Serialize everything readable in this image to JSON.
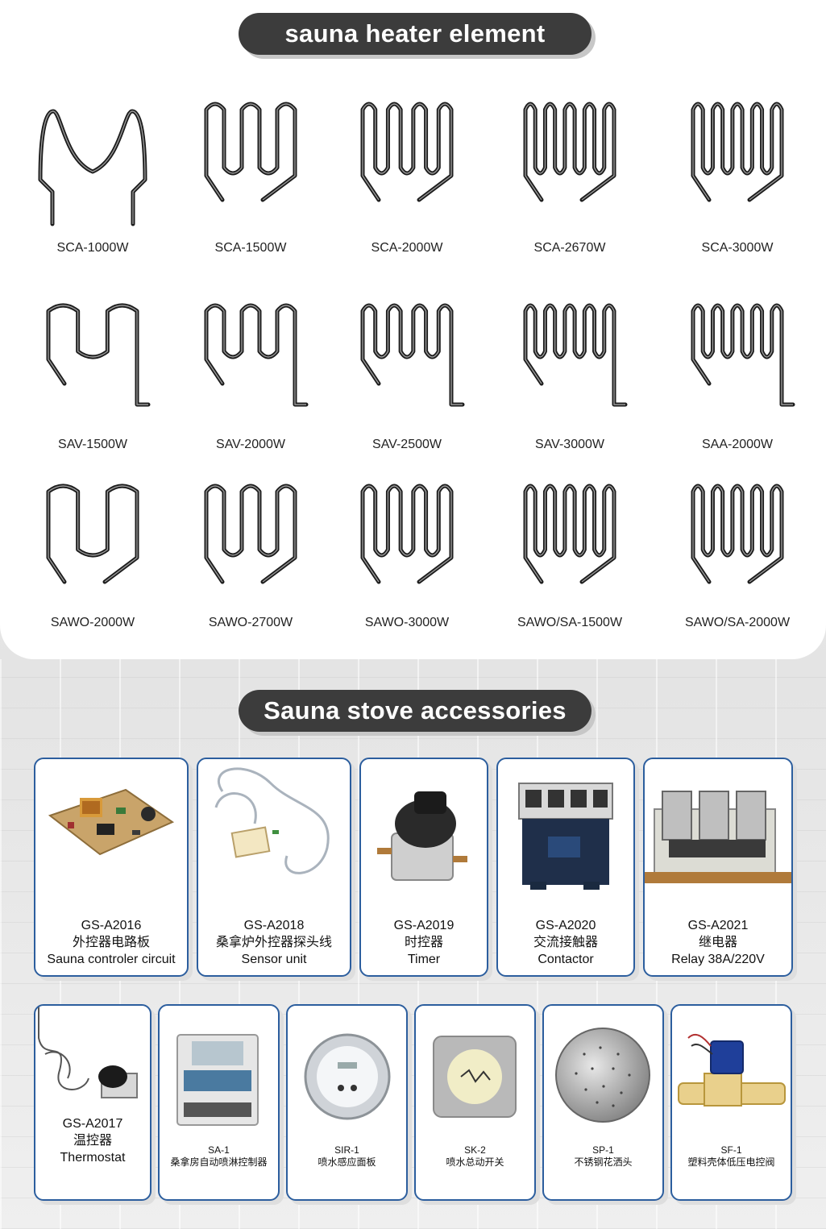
{
  "heater_section": {
    "title": "sauna heater element",
    "models": [
      "SCA-1000W",
      "SCA-1500W",
      "SCA-2000W",
      "SCA-2670W",
      "SCA-3000W",
      "SAV-1500W",
      "SAV-2000W",
      "SAV-2500W",
      "SAV-3000W",
      "SAA-2000W",
      "SAWO-2000W",
      "SAWO-2700W",
      "SAWO-3000W",
      "SAWO/SA-1500W",
      "SAWO/SA-2000W"
    ]
  },
  "accessories_section": {
    "title": "Sauna stove accessories",
    "row1": [
      {
        "code": "GS-A2016",
        "cn": "外控器电路板",
        "en": "Sauna controler circuit"
      },
      {
        "code": "GS-A2018",
        "cn": "桑拿炉外控器探头线",
        "en": "Sensor unit"
      },
      {
        "code": "GS-A2019",
        "cn": "时控器",
        "en": "Timer"
      },
      {
        "code": "GS-A2020",
        "cn": "交流接触器",
        "en": "Contactor"
      },
      {
        "code": "GS-A2021",
        "cn": "继电器",
        "en": "Relay 38A/220V"
      }
    ],
    "row2": [
      {
        "code": "GS-A2017",
        "cn": "温控器",
        "en": "Thermostat"
      },
      {
        "code": "SA-1",
        "cn": "桑拿房自动喷淋控制器"
      },
      {
        "code": "SIR-1",
        "cn": "喷水感应面板"
      },
      {
        "code": "SK-2",
        "cn": "喷水总动开关"
      },
      {
        "code": "SP-1",
        "cn": "不锈钢花洒头"
      },
      {
        "code": "SF-1",
        "cn": "塑料壳体低压电控阀"
      }
    ]
  }
}
